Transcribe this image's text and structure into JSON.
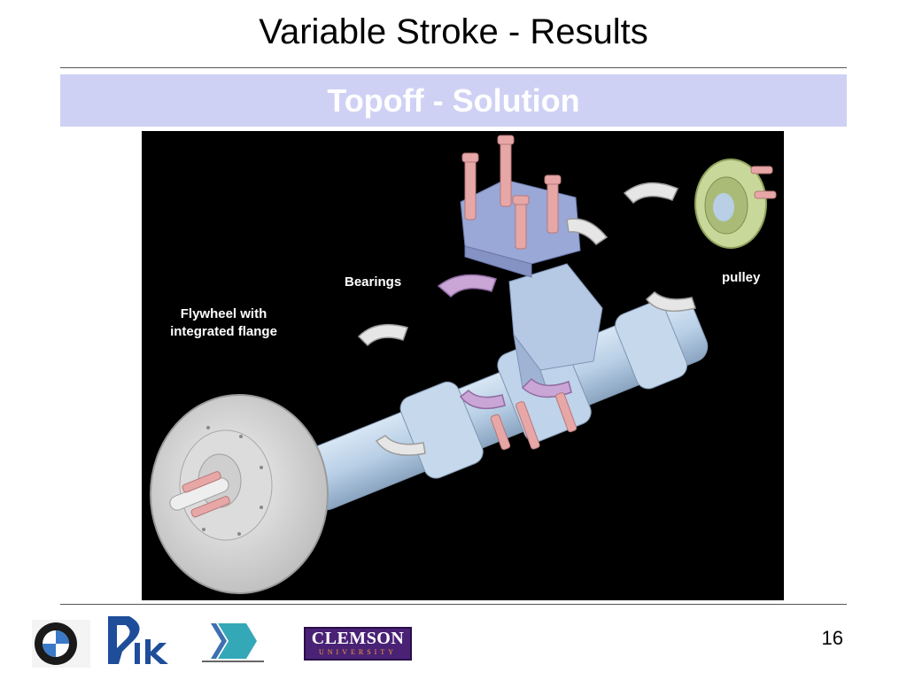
{
  "slide": {
    "title": "Variable Stroke - Results",
    "subtitle": "Topoff - Solution",
    "page_number": "16"
  },
  "figure": {
    "labels": {
      "bearings": "Bearings",
      "pulley": "pulley",
      "flywheel_line1": "Flywheel with",
      "flywheel_line2": "integrated flange"
    }
  },
  "logos": {
    "clemson_word": "CLEMSON",
    "clemson_sub": "UNIVERSITY"
  },
  "colors": {
    "subtitle_band": "#cfd1f4",
    "figure_background": "#000000",
    "shaft": "#b8cfe6",
    "bearing_cap": "#9aa8d8",
    "bolt": "#e8a7a7",
    "bearing_shell": "#c9a6d6",
    "pulley": "#c8d89a",
    "flywheel": "#e8e8e8",
    "clemson_purple": "#4a2275"
  }
}
